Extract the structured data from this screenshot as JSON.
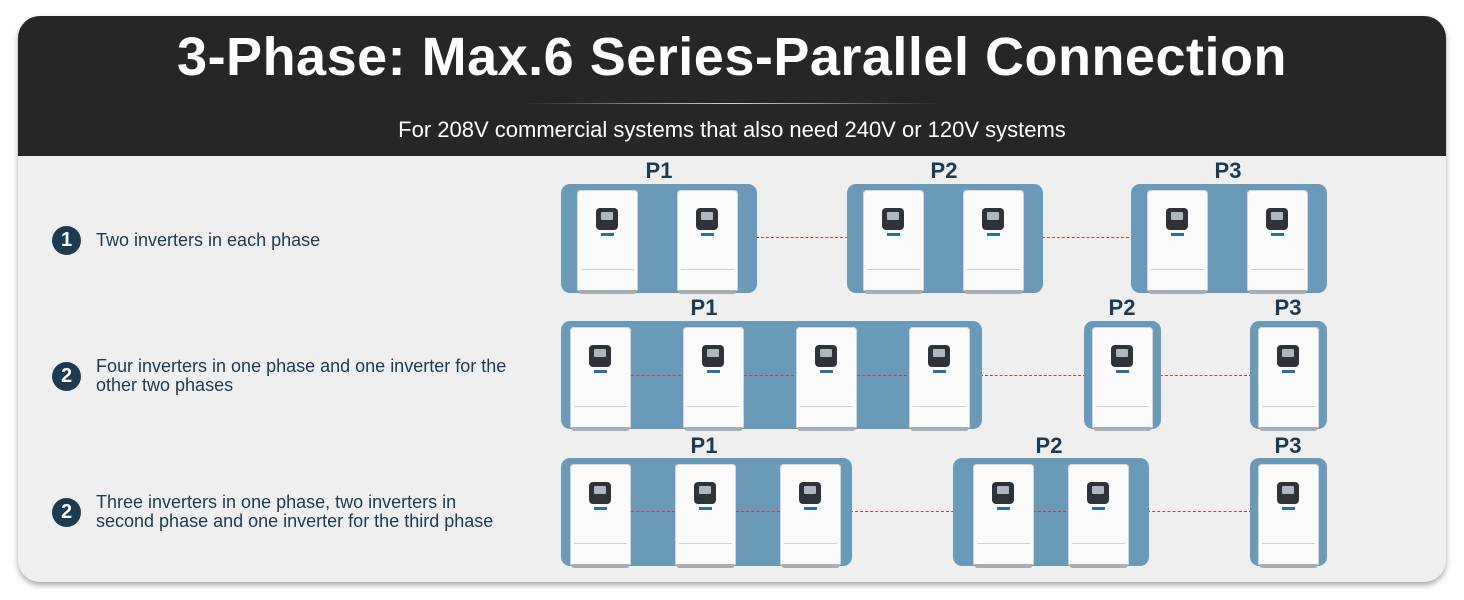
{
  "header": {
    "title": "3-Phase: Max.6 Series-Parallel Connection",
    "subtitle": "For 208V commercial systems that also need 240V or 120V systems"
  },
  "icons": {
    "inverter": "inverter-unit-icon"
  },
  "colors": {
    "header_bg": "#262626",
    "panel_bg": "#efefef",
    "phase_box": "#6b9ab8",
    "text_dark": "#1c3a52",
    "link_line": "#d33c3c"
  },
  "rows": [
    {
      "number": "1",
      "label": "Two inverters in each phase",
      "phases": [
        {
          "name": "P1",
          "inverters": 2
        },
        {
          "name": "P2",
          "inverters": 2
        },
        {
          "name": "P3",
          "inverters": 2
        }
      ]
    },
    {
      "number": "2",
      "label": "Four inverters in one phase and one inverter for the other two phases",
      "phases": [
        {
          "name": "P1",
          "inverters": 4
        },
        {
          "name": "P2",
          "inverters": 1
        },
        {
          "name": "P3",
          "inverters": 1
        }
      ]
    },
    {
      "number": "2",
      "label": "Three inverters in one phase, two inverters in second phase and one inverter for the third phase",
      "phases": [
        {
          "name": "P1",
          "inverters": 3
        },
        {
          "name": "P2",
          "inverters": 2
        },
        {
          "name": "P3",
          "inverters": 1
        }
      ]
    }
  ]
}
